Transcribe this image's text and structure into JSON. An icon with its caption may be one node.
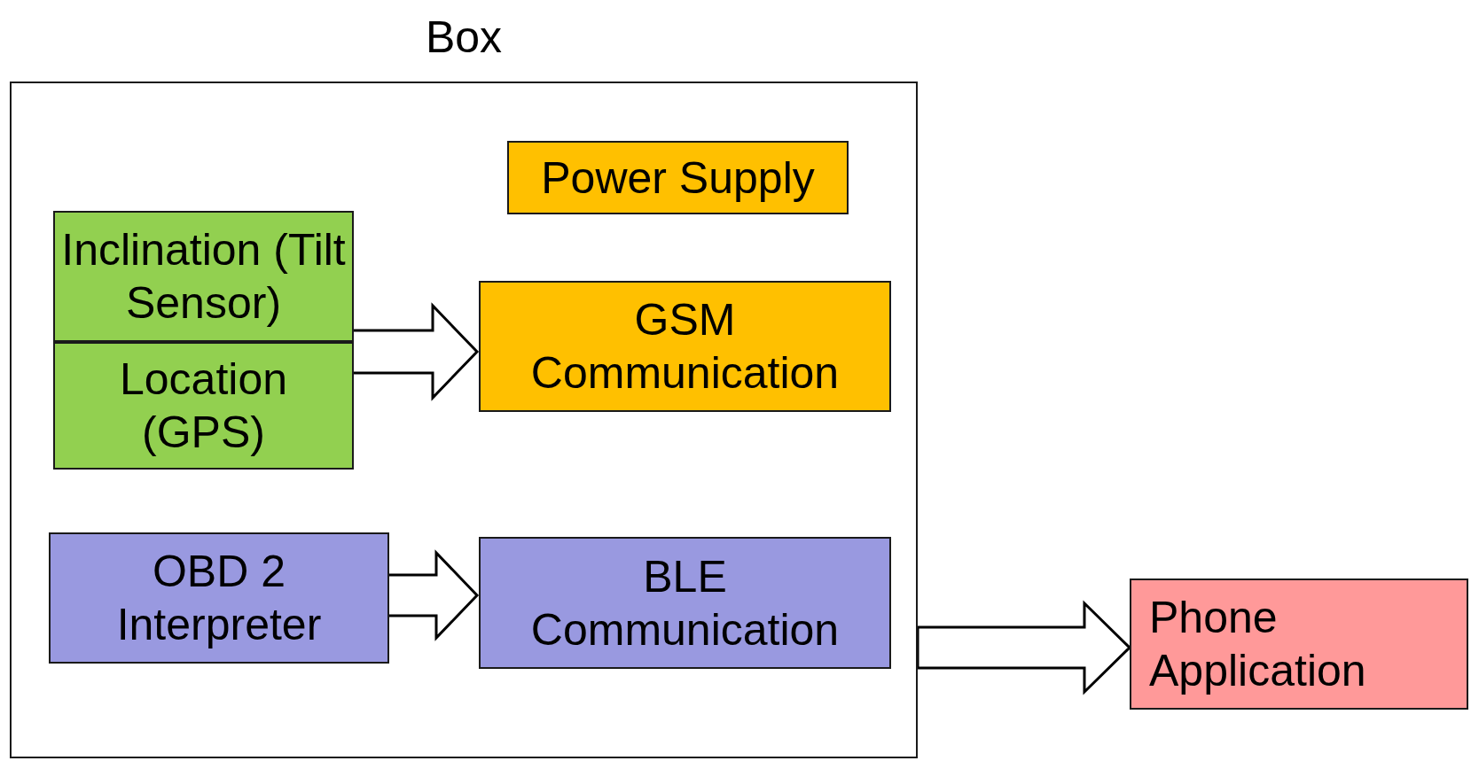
{
  "diagram": {
    "nodes": [
      {
        "text": [
          "Box"
        ]
      },
      {
        "text": [
          "Power Supply"
        ],
        "in": 0
      },
      {
        "text": [
          "Inclination (Tilt Sensor)"
        ],
        "in": 0
      },
      {
        "text": [
          "Location (GPS)"
        ],
        "in": 0
      },
      {
        "text": [
          "GSM Communication"
        ],
        "in": 0
      },
      {
        "text": [
          "OBD 2 Interpreter"
        ],
        "in": 0
      },
      {
        "text": [
          "BLE Communication"
        ],
        "in": 0
      },
      {
        "text": [
          "Phone Application"
        ]
      }
    ],
    "edges": [
      {
        "from": 2,
        "to": 4,
        "arrow": "to"
      },
      {
        "from": 3,
        "to": 4,
        "arrow": "to"
      },
      {
        "from": 5,
        "to": 6,
        "arrow": "to"
      },
      {
        "from": 0,
        "to": 7,
        "arrow": "to"
      }
    ]
  }
}
